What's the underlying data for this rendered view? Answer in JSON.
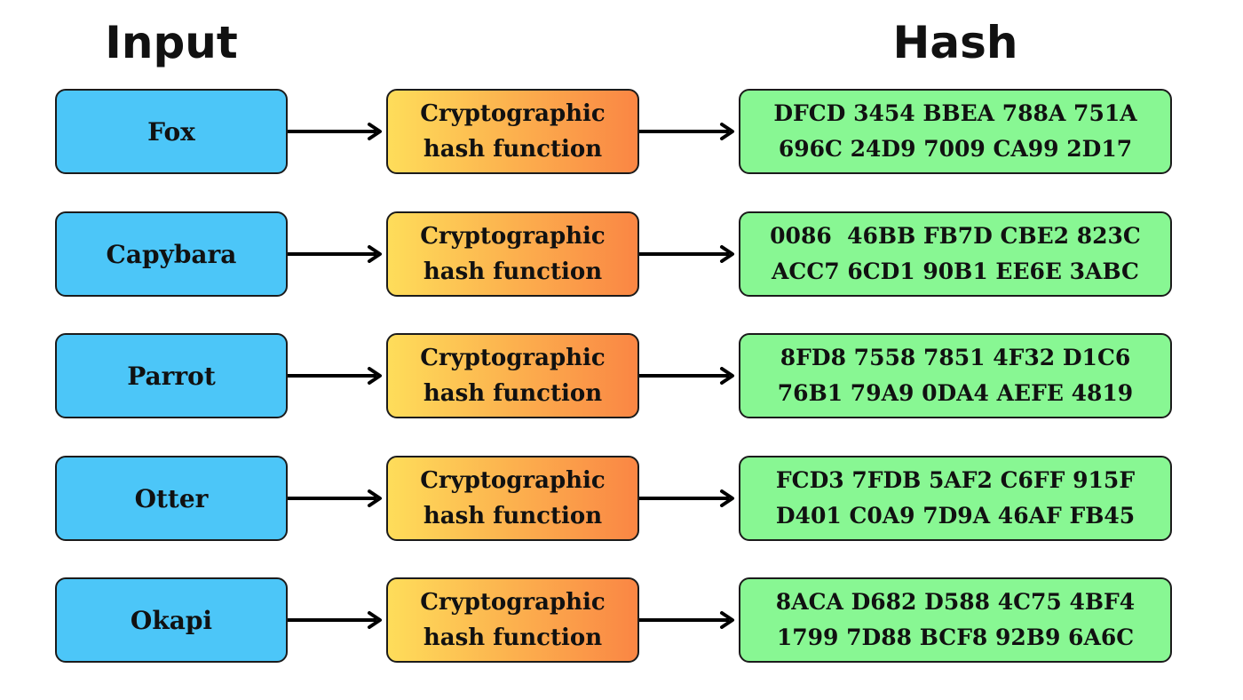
{
  "headers": {
    "input": "Input",
    "hash": "Hash"
  },
  "rows": [
    {
      "input": "Fox",
      "function_line1": "Cryptographic",
      "function_line2": "hash function",
      "hash_line1": "DFCD 3454 BBEA 788A 751A",
      "hash_line2": "696C 24D9 7009 CA99 2D17"
    },
    {
      "input": "Capybara",
      "function_line1": "Cryptographic",
      "function_line2": "hash function",
      "hash_line1": "0086  46BB FB7D CBE2 823C",
      "hash_line2": "ACC7 6CD1 90B1 EE6E 3ABC"
    },
    {
      "input": "Parrot",
      "function_line1": "Cryptographic",
      "function_line2": "hash function",
      "hash_line1": "8FD8 7558 7851 4F32 D1C6",
      "hash_line2": "76B1 79A9 0DA4 AEFE 4819"
    },
    {
      "input": "Otter",
      "function_line1": "Cryptographic",
      "function_line2": "hash function",
      "hash_line1": "FCD3 7FDB 5AF2 C6FF 915F",
      "hash_line2": "D401 C0A9 7D9A 46AF FB45"
    },
    {
      "input": "Okapi",
      "function_line1": "Cryptographic",
      "function_line2": "hash function",
      "hash_line1": "8ACA D682 D588 4C75 4BF4",
      "hash_line2": "1799 7D88 BCF8 92B9 6A6C"
    }
  ],
  "colors": {
    "input_box": "#4cc6f8",
    "function_gradient_start": "#fedd5a",
    "function_gradient_end": "#fa8644",
    "hash_box": "#88f793",
    "arrow": "#000000"
  }
}
